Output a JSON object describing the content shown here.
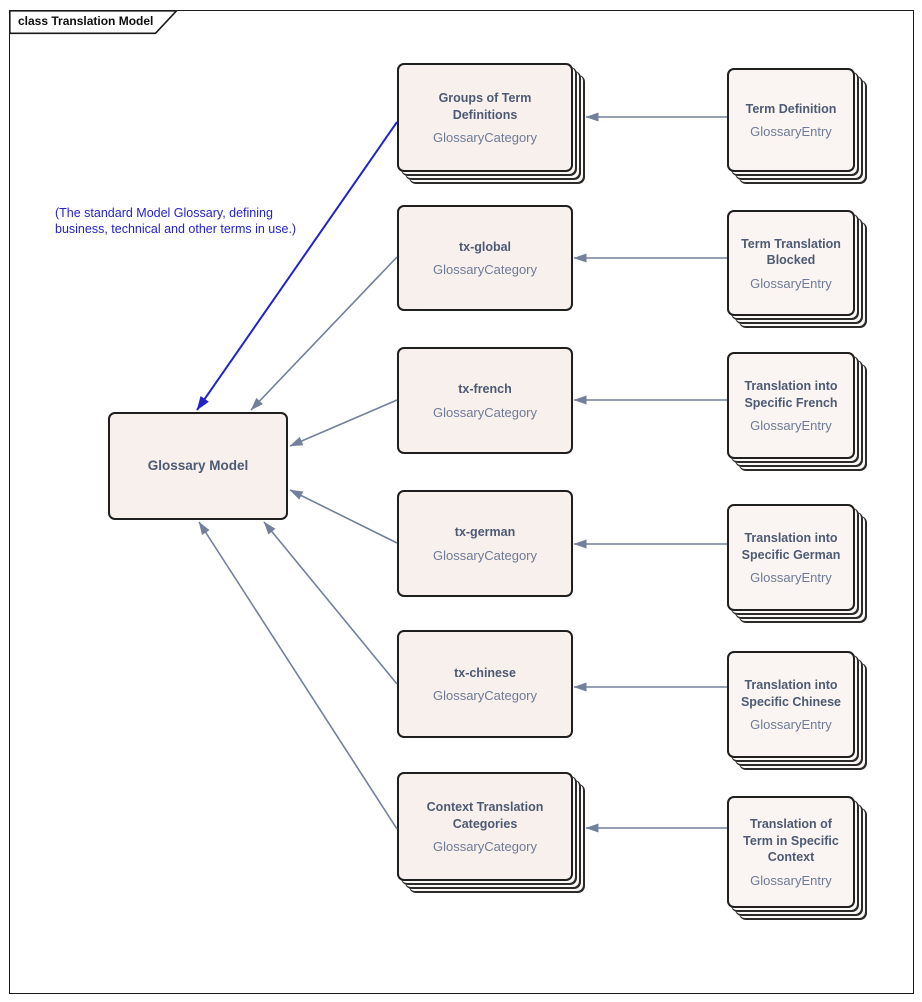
{
  "frame": {
    "tab_label": "class Translation Model"
  },
  "note": {
    "line1": "(The standard Model Glossary, defining",
    "line2": "business, technical and other terms in use.)"
  },
  "model_node": {
    "title": "Glossary Model"
  },
  "categories": [
    {
      "title": "Groups of Term Definitions",
      "type": "GlossaryCategory"
    },
    {
      "title": "tx-global",
      "type": "GlossaryCategory"
    },
    {
      "title": "tx-french",
      "type": "GlossaryCategory"
    },
    {
      "title": "tx-german",
      "type": "GlossaryCategory"
    },
    {
      "title": "tx-chinese",
      "type": "GlossaryCategory"
    },
    {
      "title": "Context Translation Categories",
      "type": "GlossaryCategory"
    }
  ],
  "entries": [
    {
      "title": "Term Definition",
      "type": "GlossaryEntry"
    },
    {
      "title": "Term Translation Blocked",
      "type": "GlossaryEntry"
    },
    {
      "title": "Translation into Specific French",
      "type": "GlossaryEntry"
    },
    {
      "title": "Translation into Specific German",
      "type": "GlossaryEntry"
    },
    {
      "title": "Translation into Specific Chinese",
      "type": "GlossaryEntry"
    },
    {
      "title": "Translation of Term in Specific Context",
      "type": "GlossaryEntry"
    }
  ],
  "colors": {
    "category_fill": "#f8f0ec",
    "entry_fill": "#faf5f2",
    "border": "#1f1f1f",
    "title_text": "#4d5a73",
    "type_text": "#6e7b96",
    "connector": "#72809b",
    "note_blue": "#2222cc"
  }
}
